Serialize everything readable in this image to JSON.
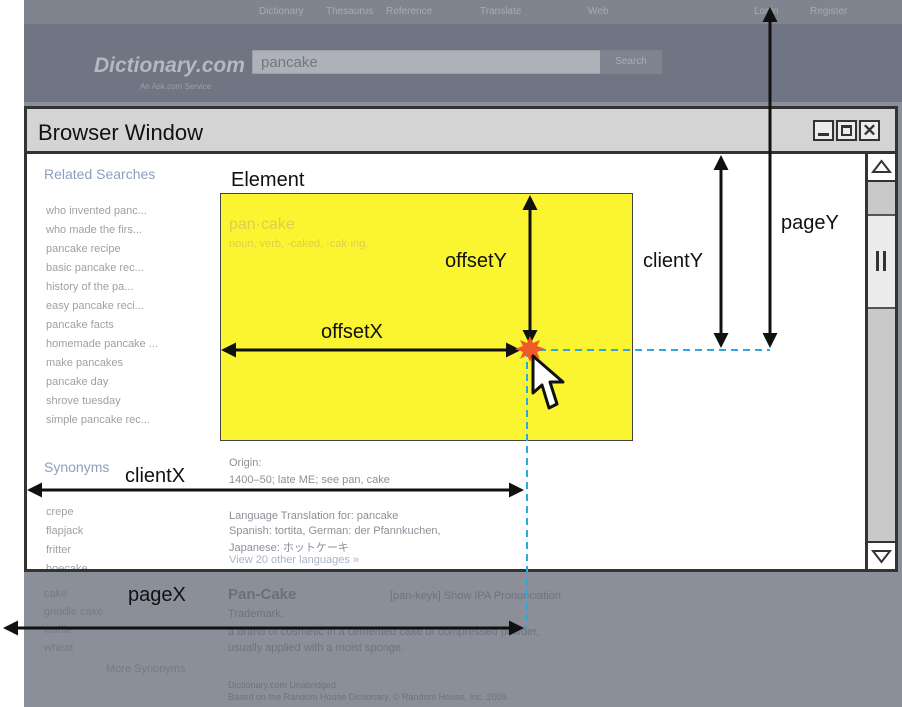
{
  "background_page": {
    "nav": [
      "Dictionary",
      "Thesaurus",
      "Reference",
      "Translate",
      "Web",
      "Login",
      "Register"
    ],
    "logo": "Dictionary.com",
    "logo_sub": "An Ask.com Service",
    "search_value": "pancake",
    "search_button": "Search",
    "related_heading": "Related Searches",
    "related": [
      "who invented panc...",
      "who made the firs...",
      "pancake recipe",
      "basic pancake rec...",
      "history of the pa...",
      "easy pancake reci...",
      "pancake facts",
      "homemade pancake ...",
      "make pancakes",
      "pancake day",
      "shrove tuesday",
      "simple pancake rec..."
    ],
    "synonyms_heading": "Synonyms",
    "synonyms": [
      "crepe",
      "flapjack",
      "fritter",
      "hoecake",
      "cake",
      "griddle cake",
      "waffle",
      "wheat"
    ],
    "more_synonyms": "More Synonyms",
    "entry_headword": "pan·cake",
    "entry_pos": "noun, verb, -caked, -cak·ing.",
    "origin_label": "Origin:",
    "origin_text": "1400–50; late ME; see pan, cake",
    "translation": "Language Translation for: pancake",
    "translation_line1": "Spanish: tortita, German: der Pfannkuchen,",
    "translation_line2": "Japanese: ホットケーキ",
    "view_languages": "View 20 other languages »",
    "pancake_title": "Pan-Cake",
    "pancake_pron": "[pan-keyk] Show IPA Pronunciation",
    "pancake_trademark": "Trademark.",
    "pancake_def1": "a brand of cosmetic in a cemented cake of compressed powder,",
    "pancake_def2": "usually applied with a moist sponge.",
    "footer1": "Dictionary.com Unabridged",
    "footer2": "Based on the Random House Dictionary, © Random House, Inc. 2009."
  },
  "window": {
    "title": "Browser Window",
    "buttons": [
      "minimize-icon",
      "maximize-icon",
      "close-icon"
    ]
  },
  "element_label": "Element",
  "labels": {
    "offsetX": "offsetX",
    "offsetY": "offsetY",
    "clientX": "clientX",
    "clientY": "clientY",
    "pageX": "pageX",
    "pageY": "pageY"
  },
  "colors": {
    "element_fill": "#fbf431",
    "dashed_line": "#2ea8dc",
    "click_burst": "#f05a24",
    "arrow": "#111111"
  }
}
